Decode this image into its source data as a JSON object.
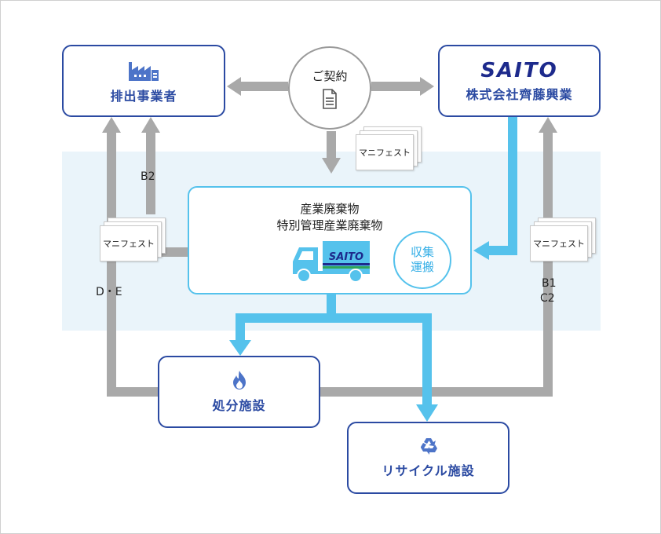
{
  "contract": {
    "label": "ご契約"
  },
  "generator": {
    "label": "排出事業者"
  },
  "saito": {
    "logo": "SAITO",
    "label": "株式会社齊藤興業"
  },
  "center": {
    "line1": "産業廃棄物",
    "line2": "特別管理産業廃棄物",
    "truck_logo": "SAITO",
    "collect_line1": "収集",
    "collect_line2": "運搬"
  },
  "manifests": {
    "top": "マニフェスト",
    "left": "マニフェスト",
    "right": "マニフェスト"
  },
  "codes": {
    "b2": "B2",
    "de": "D・E",
    "b1": "B1",
    "c2": "C2"
  },
  "disposal": {
    "label": "処分施設"
  },
  "recycle": {
    "label": "リサイクル施設"
  },
  "colors": {
    "navy": "#2b4aa2",
    "cyan": "#55c2ec",
    "gray": "#a9a9a9",
    "band": "#eaf4fa",
    "brand": "#1d2a8c"
  },
  "icons": {
    "factory": "factory-icon",
    "document": "document-icon",
    "truck": "truck-icon",
    "flame": "flame-icon",
    "recycle": "recycle-icon"
  }
}
